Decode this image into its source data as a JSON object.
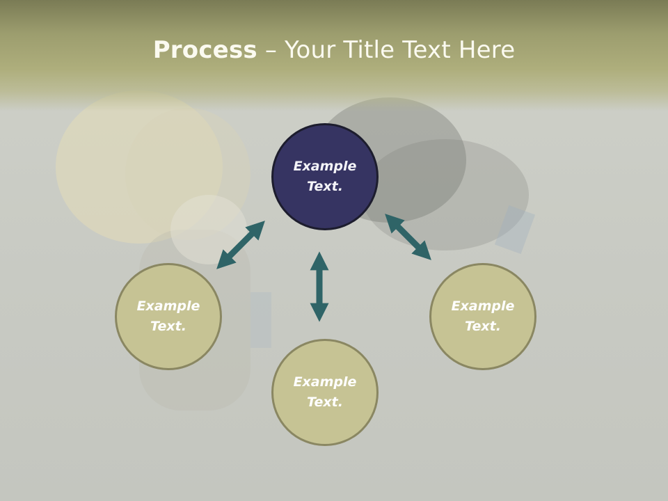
{
  "slide": {
    "title_strong": "Process",
    "title_rest": " – Your Title Text Here"
  },
  "diagram": {
    "center": {
      "line1": "Example",
      "line2": "Text."
    },
    "left": {
      "line1": "Example",
      "line2": "Text."
    },
    "bottom": {
      "line1": "Example",
      "line2": "Text."
    },
    "right": {
      "line1": "Example",
      "line2": "Text."
    }
  },
  "colors": {
    "center_fill": "#363462",
    "node_fill": "#c6c394",
    "node_border": "#8a8762",
    "arrow": "#2f6467",
    "title_band": "#aeae7c"
  }
}
